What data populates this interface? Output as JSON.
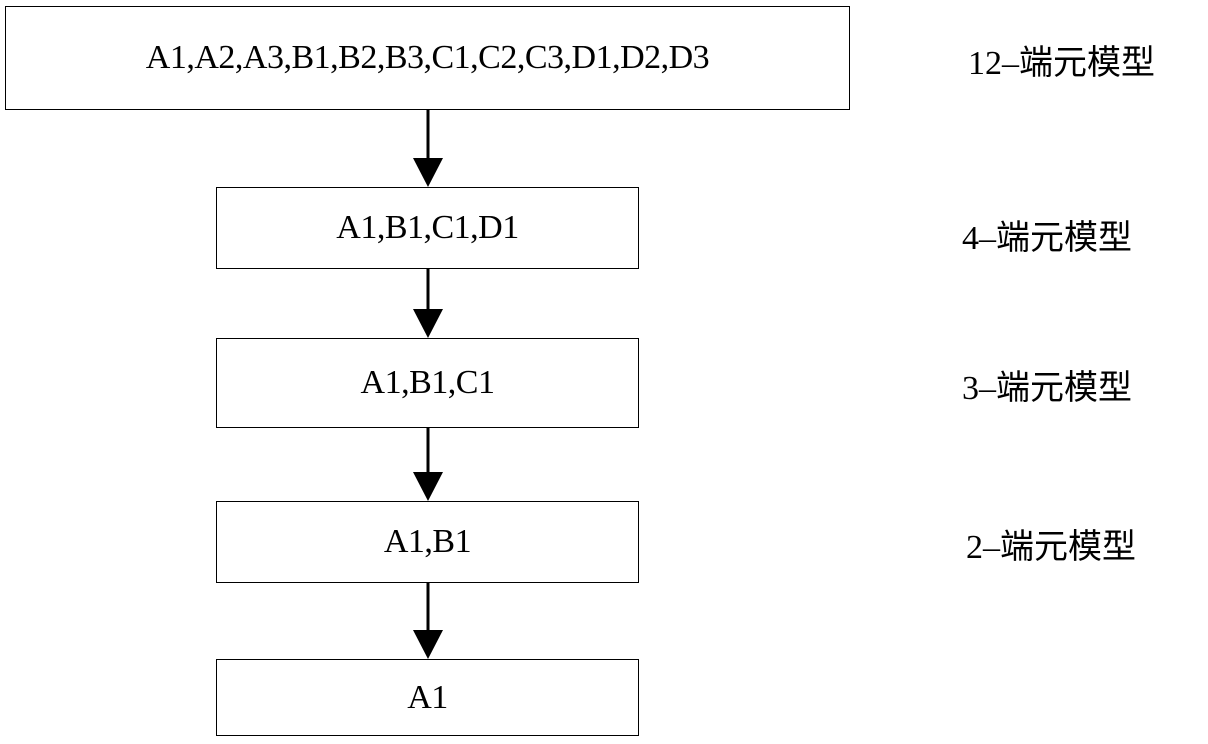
{
  "stages": [
    {
      "content": "A1,A2,A3,B1,B2,B3,C1,C2,C3,D1,D2,D3",
      "model_label": "12–端元模型"
    },
    {
      "content": "A1,B1,C1,D1",
      "model_label": "4–端元模型"
    },
    {
      "content": "A1,B1,C1",
      "model_label": "3–端元模型"
    },
    {
      "content": "A1,B1",
      "model_label": "2–端元模型"
    },
    {
      "content": "A1",
      "model_label": ""
    }
  ],
  "colors": {
    "stroke": "#000000",
    "background": "#ffffff"
  }
}
